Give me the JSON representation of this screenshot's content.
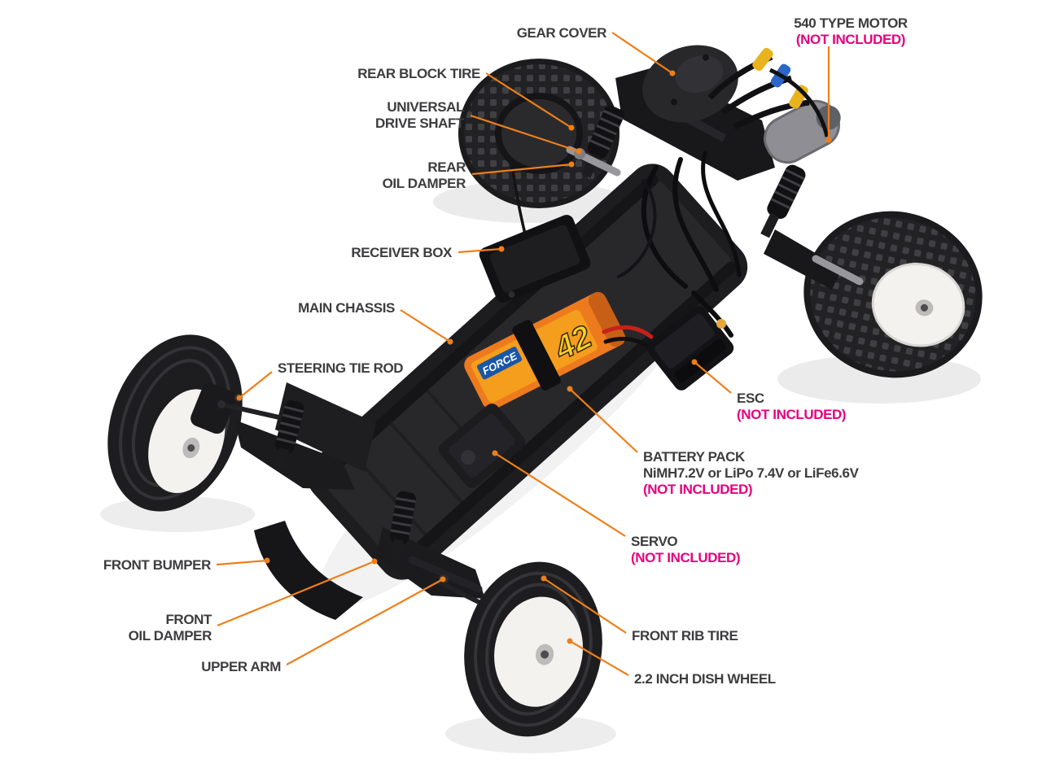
{
  "page": {
    "background": "#ffffff",
    "description": "Annotated parts diagram of a 1/10 scale 2WD RC buggy chassis"
  },
  "colors": {
    "label_text": "#3d3d3f",
    "not_included_text": "#e6007e",
    "leader_line": "#ef7f1a"
  },
  "labels": {
    "gear_cover": {
      "text": "GEAR COVER"
    },
    "motor_540": {
      "text": "540 TYPE MOTOR",
      "note": "(NOT INCLUDED)"
    },
    "rear_block_tire": {
      "text": "REAR BLOCK TIRE"
    },
    "universal_drive_shaft": {
      "line1": "UNIVERSAL",
      "line2": "DRIVE SHAFT"
    },
    "rear_oil_damper": {
      "line1": "REAR",
      "line2": "OIL DAMPER"
    },
    "receiver_box": {
      "text": "RECEIVER BOX"
    },
    "main_chassis": {
      "text": "MAIN CHASSIS"
    },
    "steering_tie_rod": {
      "text": "STEERING TIE ROD"
    },
    "esc": {
      "text": "ESC",
      "note": "(NOT INCLUDED)"
    },
    "battery_pack": {
      "line1": "BATTERY PACK",
      "line2": "NiMH7.2V or LiPo 7.4V or LiFe6.6V",
      "note": "(NOT INCLUDED)"
    },
    "servo": {
      "text": "SERVO",
      "note": "(NOT INCLUDED)"
    },
    "front_bumper": {
      "text": "FRONT BUMPER"
    },
    "front_oil_damper": {
      "line1": "FRONT",
      "line2": "OIL DAMPER"
    },
    "upper_arm": {
      "text": "UPPER ARM"
    },
    "front_rib_tire": {
      "text": "FRONT RIB TIRE"
    },
    "dish_wheel_22": {
      "text": "2.2 INCH DISH WHEEL"
    }
  },
  "illustration": {
    "battery_brand": "FORCE",
    "battery_number": "42"
  }
}
